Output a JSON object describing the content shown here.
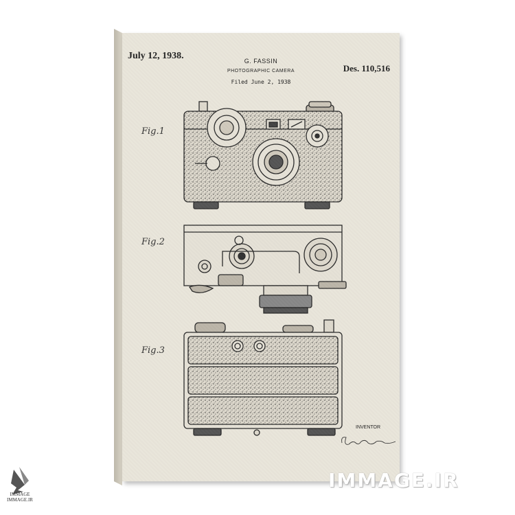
{
  "patent": {
    "date": "July 12, 1938.",
    "number": "Des. 110,516",
    "inventor_name": "G. FASSIN",
    "title": "PHOTOGRAPHIC CAMERA",
    "filed": "Filed June 2, 1938",
    "figures": [
      "Fig.1",
      "Fig.2",
      "Fig.3"
    ],
    "inventor_label": "INVENTOR"
  },
  "watermark": "IMMAGE.IR",
  "logo": {
    "name": "IMMAGE",
    "url": "IMMAGE.IR"
  },
  "colors": {
    "paper": "#e9e5da",
    "ink": "#2a2a2a",
    "background": "#ffffff"
  }
}
